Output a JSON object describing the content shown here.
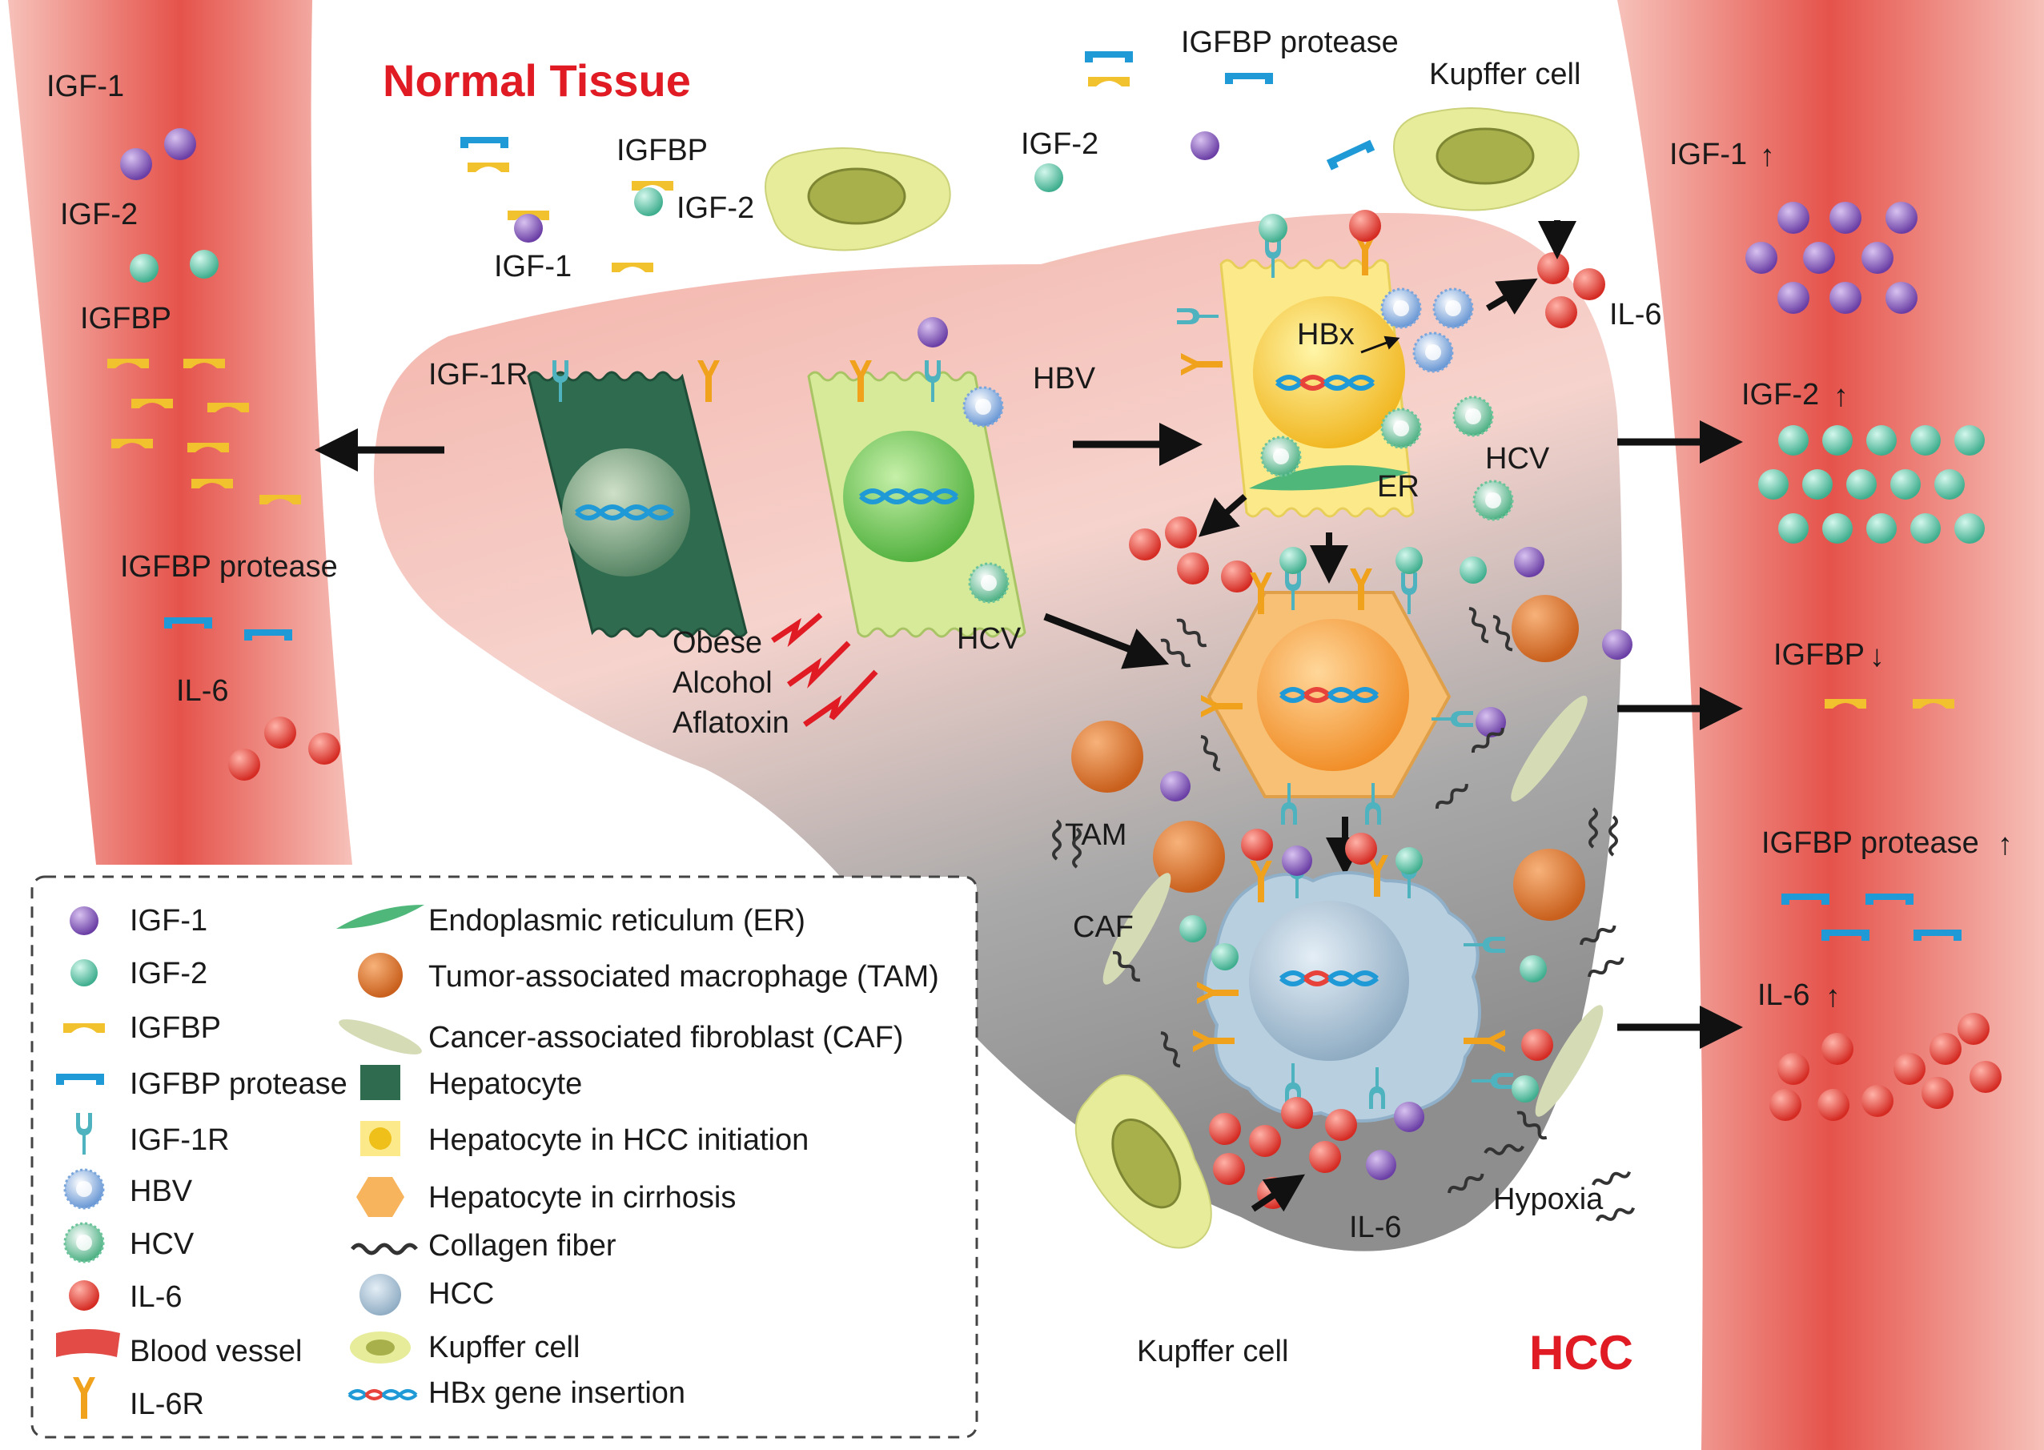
{
  "titles": {
    "normal": "Normal Tissue",
    "hcc": "HCC"
  },
  "colors": {
    "title_red": "#e01b24",
    "igf1": "#8a5cc0",
    "igf2": "#5cc5a8",
    "igfbp": "#f2c12e",
    "igfbp_protease": "#1f9ad6",
    "igf1r": "#4fb3bf",
    "il6": "#e8433b",
    "il6r": "#f0a21c",
    "vessel": "#e34b47",
    "hepatocyte": "#2e6b4f",
    "hcv_cell": "#c9e08a",
    "initiation": "#fbe98a",
    "cirrhosis": "#f8b45c",
    "hcc_cell": "#b8cfe0",
    "kupffer": "#e6ec9a",
    "tam": "#e07a2e",
    "caf": "#d4dbb5",
    "collagen": "#333333"
  },
  "left_vessel": {
    "igf1": "IGF-1",
    "igf2": "IGF-2",
    "igfbp": "IGFBP",
    "igfbp_protease": "IGFBP protease",
    "il6": "IL-6"
  },
  "top_labels": {
    "igfbp": "IGFBP",
    "igf2_a": "IGF-2",
    "igf1": "IGF-1",
    "igfbp_protease": "IGFBP protease",
    "igf2_b": "IGF-2",
    "kupffer_top": "Kupffer cell"
  },
  "liver_labels": {
    "igf1r": "IGF-1R",
    "hbv": "HBV",
    "hcv_a": "HCV",
    "obese": "Obese",
    "alcohol": "Alcohol",
    "aflatoxin": "Aflatoxin",
    "hbx": "HBx",
    "er": "ER",
    "hcv_b": "HCV",
    "il6_top": "IL-6",
    "tam": "TAM",
    "caf": "CAF",
    "hypoxia": "Hypoxia",
    "il6_bottom": "IL-6",
    "kupffer_bottom": "Kupffer cell"
  },
  "right_vessel": {
    "igf1": "IGF-1",
    "igf2": "IGF-2",
    "igfbp": "IGFBP",
    "igfbp_protease": "IGFBP protease",
    "il6": "IL-6",
    "up_arrow": "↑",
    "down_arrow": "↓"
  },
  "legend_left": [
    {
      "icon": "igf1-icon",
      "label": "IGF-1"
    },
    {
      "icon": "igf2-icon",
      "label": "IGF-2"
    },
    {
      "icon": "igfbp-icon",
      "label": "IGFBP"
    },
    {
      "icon": "igfbp-protease-icon",
      "label": "IGFBP protease"
    },
    {
      "icon": "igf1r-icon",
      "label": "IGF-1R"
    },
    {
      "icon": "hbv-icon",
      "label": "HBV"
    },
    {
      "icon": "hcv-icon",
      "label": "HCV"
    },
    {
      "icon": "il6-icon",
      "label": "IL-6"
    },
    {
      "icon": "blood-vessel-icon",
      "label": "Blood vessel"
    },
    {
      "icon": "il6r-icon",
      "label": "IL-6R"
    }
  ],
  "legend_right": [
    {
      "icon": "er-icon",
      "label": "Endoplasmic reticulum (ER)"
    },
    {
      "icon": "tam-icon",
      "label": "Tumor-associated macrophage (TAM)"
    },
    {
      "icon": "caf-icon",
      "label": "Cancer-associated fibroblast (CAF)"
    },
    {
      "icon": "hepatocyte-icon",
      "label": "Hepatocyte"
    },
    {
      "icon": "initiation-icon",
      "label": "Hepatocyte in HCC initiation"
    },
    {
      "icon": "cirrhosis-icon",
      "label": "Hepatocyte in cirrhosis"
    },
    {
      "icon": "collagen-icon",
      "label": "Collagen fiber"
    },
    {
      "icon": "hcc-icon",
      "label": "HCC"
    },
    {
      "icon": "kupffer-icon",
      "label": "Kupffer cell"
    },
    {
      "icon": "hbx-icon",
      "label": "HBx gene insertion"
    }
  ]
}
